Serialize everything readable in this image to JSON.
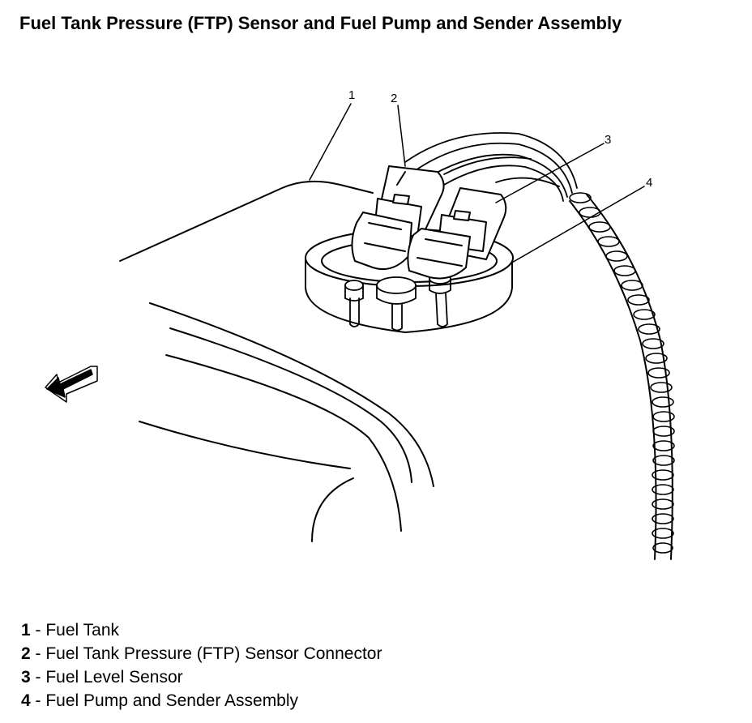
{
  "title": "Fuel Tank Pressure (FTP) Sensor and Fuel Pump and Sender Assembly",
  "callouts": [
    "1",
    "2",
    "3",
    "4"
  ],
  "legend": [
    {
      "num": "1",
      "sep": " - ",
      "label": "Fuel Tank"
    },
    {
      "num": "2",
      "sep": " - ",
      "label": "Fuel Tank Pressure (FTP) Sensor Connector"
    },
    {
      "num": "3",
      "sep": " - ",
      "label": "Fuel Level Sensor"
    },
    {
      "num": "4",
      "sep": " - ",
      "label": "Fuel Pump and Sender Assembly"
    }
  ],
  "icons": {
    "direction_arrow": "front-direction-arrow-icon"
  }
}
